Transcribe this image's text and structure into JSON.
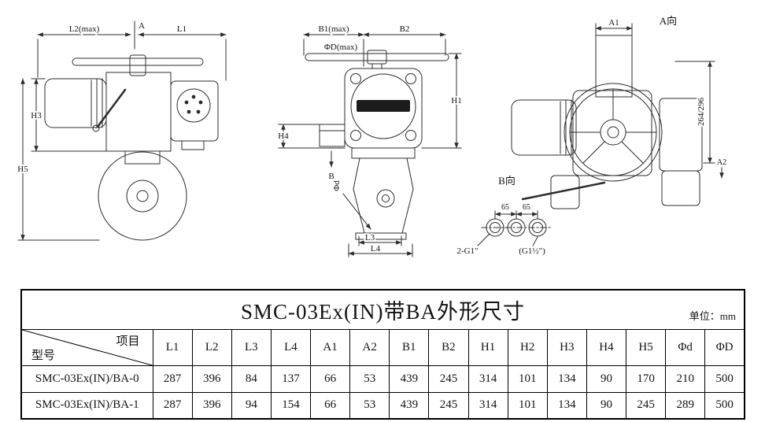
{
  "colors": {
    "ink": "#2c2c2c",
    "background": "#ffffff"
  },
  "drawing": {
    "left": {
      "l2": "L2(max)",
      "a": "A",
      "l1": "L1",
      "h3": "H3",
      "h5": "H5"
    },
    "front": {
      "b1": "B1(max)",
      "b2": "B2",
      "phiD": "ΦD(max)",
      "h1": "H1",
      "h4": "H4",
      "b": "B",
      "phid": "Φd",
      "l3": "L3",
      "l4": "L4"
    },
    "side": {
      "a1": "A1",
      "view_a": "A向",
      "height_dim": "264/296",
      "a2": "A2",
      "view_b": "B向",
      "d65_left": "65",
      "d65_right": "65",
      "thread_left": "2-G1\"",
      "thread_right": "(G1½\")"
    }
  },
  "table": {
    "title": "SMC-03Ex(IN)带BA外形尺寸",
    "unit": "单位：mm",
    "corner": {
      "top": "项目",
      "bottom": "型号"
    },
    "columns": [
      "L1",
      "L2",
      "L3",
      "L4",
      "A1",
      "A2",
      "B1",
      "B2",
      "H1",
      "H2",
      "H3",
      "H4",
      "H5",
      "Φd",
      "ΦD"
    ],
    "rows": [
      {
        "model": "SMC-03Ex(IN)/BA-0",
        "values": [
          "287",
          "396",
          "84",
          "137",
          "66",
          "53",
          "439",
          "245",
          "314",
          "101",
          "134",
          "90",
          "170",
          "210",
          "500"
        ]
      },
      {
        "model": "SMC-03Ex(IN)/BA-1",
        "values": [
          "287",
          "396",
          "94",
          "154",
          "66",
          "53",
          "439",
          "245",
          "314",
          "101",
          "134",
          "90",
          "245",
          "289",
          "500"
        ]
      }
    ]
  }
}
